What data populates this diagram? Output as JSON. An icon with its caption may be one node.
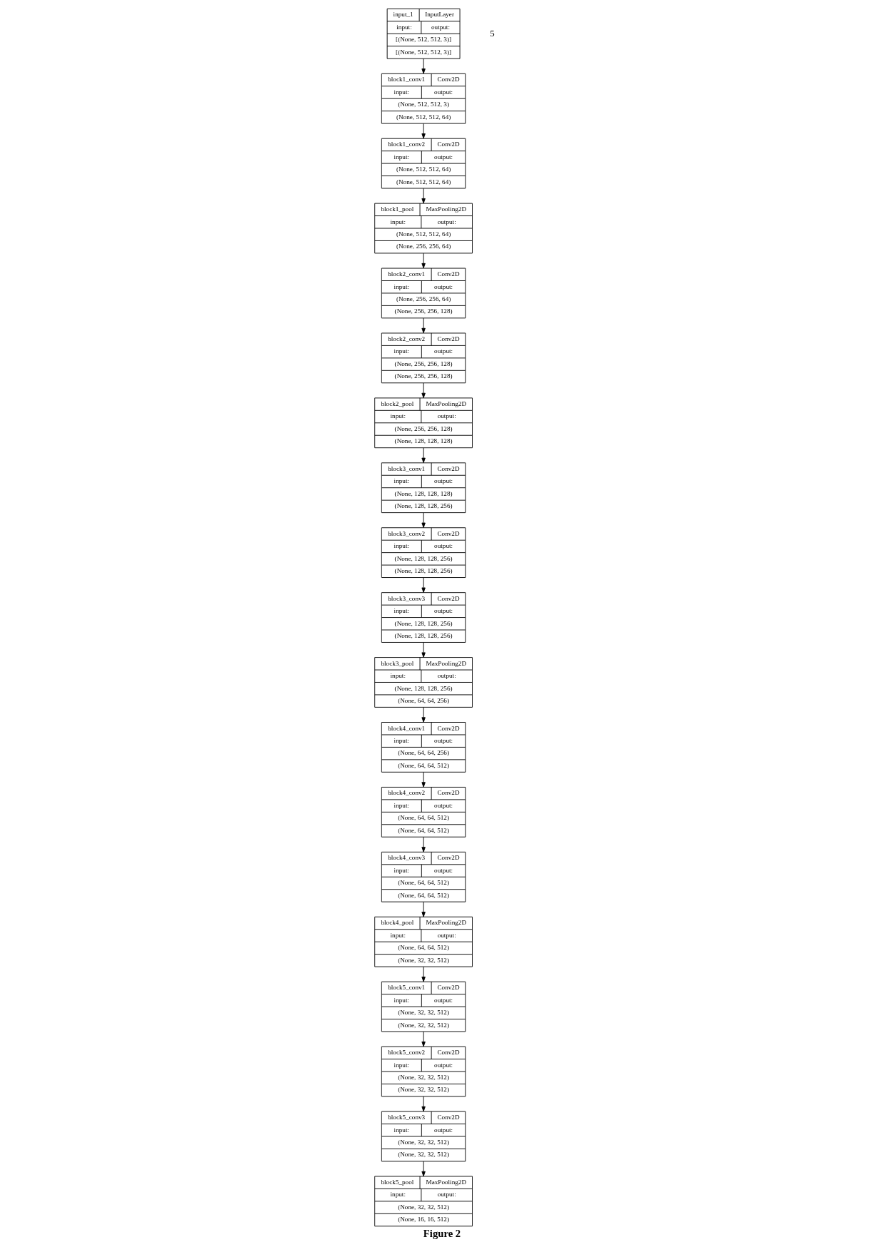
{
  "diagram": {
    "caption": "Figure 2",
    "nodes": [
      {
        "text": [
          "input_1",
          "InputLayer",
          "input:",
          "output:",
          "[(None, 512, 512, 3)]",
          "[(None, 512, 512, 3)]"
        ]
      },
      {
        "text": [
          "block1_conv1",
          "Conv2D",
          "input:",
          "output:",
          "(None, 512, 512, 3)",
          "(None, 512, 512, 64)"
        ]
      },
      {
        "text": [
          "block1_conv2",
          "Conv2D",
          "input:",
          "output:",
          "(None, 512, 512, 64)",
          "(None, 512, 512, 64)"
        ]
      },
      {
        "text": [
          "block1_pool",
          "MaxPooling2D",
          "input:",
          "output:",
          "(None, 512, 512, 64)",
          "(None, 256, 256, 64)"
        ]
      },
      {
        "text": [
          "block2_conv1",
          "Conv2D",
          "input:",
          "output:",
          "(None, 256, 256, 64)",
          "(None, 256, 256, 128)"
        ]
      },
      {
        "text": [
          "block2_conv2",
          "Conv2D",
          "input:",
          "output:",
          "(None, 256, 256, 128)",
          "(None, 256, 256, 128)"
        ]
      },
      {
        "text": [
          "block2_pool",
          "MaxPooling2D",
          "input:",
          "output:",
          "(None, 256, 256, 128)",
          "(None, 128, 128, 128)"
        ]
      },
      {
        "text": [
          "block3_conv1",
          "Conv2D",
          "input:",
          "output:",
          "(None, 128, 128, 128)",
          "(None, 128, 128, 256)"
        ]
      },
      {
        "text": [
          "block3_conv2",
          "Conv2D",
          "input:",
          "output:",
          "(None, 128, 128, 256)",
          "(None, 128, 128, 256)"
        ]
      },
      {
        "text": [
          "block3_conv3",
          "Conv2D",
          "input:",
          "output:",
          "(None, 128, 128, 256)",
          "(None, 128, 128, 256)"
        ]
      },
      {
        "text": [
          "block3_pool",
          "MaxPooling2D",
          "input:",
          "output:",
          "(None, 128, 128, 256)",
          "(None, 64, 64, 256)"
        ]
      },
      {
        "text": [
          "block4_conv1",
          "Conv2D",
          "input:",
          "output:",
          "(None, 64, 64, 256)",
          "(None, 64, 64, 512)"
        ]
      },
      {
        "text": [
          "block4_conv2",
          "Conv2D",
          "input:",
          "output:",
          "(None, 64, 64, 512)",
          "(None, 64, 64, 512)"
        ]
      },
      {
        "text": [
          "block4_conv3",
          "Conv2D",
          "input:",
          "output:",
          "(None, 64, 64, 512)",
          "(None, 64, 64, 512)"
        ]
      },
      {
        "text": [
          "block4_pool",
          "MaxPooling2D",
          "input:",
          "output:",
          "(None, 64, 64, 512)",
          "(None, 32, 32, 512)"
        ]
      },
      {
        "text": [
          "block5_conv1",
          "Conv2D",
          "input:",
          "output:",
          "(None, 32, 32, 512)",
          "(None, 32, 32, 512)"
        ]
      },
      {
        "text": [
          "block5_conv2",
          "Conv2D",
          "input:",
          "output:",
          "(None, 32, 32, 512)",
          "(None, 32, 32, 512)"
        ]
      },
      {
        "text": [
          "block5_conv3",
          "Conv2D",
          "input:",
          "output:",
          "(None, 32, 32, 512)",
          "(None, 32, 32, 512)"
        ]
      },
      {
        "text": [
          "block5_pool",
          "MaxPooling2D",
          "input:",
          "output:",
          "(None, 32, 32, 512)",
          "(None, 16, 16, 512)"
        ]
      }
    ],
    "edges": [
      {
        "from": 0,
        "to": 1,
        "arrow": "to"
      },
      {
        "from": 1,
        "to": 2,
        "arrow": "to"
      },
      {
        "from": 2,
        "to": 3,
        "arrow": "to"
      },
      {
        "from": 3,
        "to": 4,
        "arrow": "to"
      },
      {
        "from": 4,
        "to": 5,
        "arrow": "to"
      },
      {
        "from": 5,
        "to": 6,
        "arrow": "to"
      },
      {
        "from": 6,
        "to": 7,
        "arrow": "to"
      },
      {
        "from": 7,
        "to": 8,
        "arrow": "to"
      },
      {
        "from": 8,
        "to": 9,
        "arrow": "to"
      },
      {
        "from": 9,
        "to": 10,
        "arrow": "to"
      },
      {
        "from": 10,
        "to": 11,
        "arrow": "to"
      },
      {
        "from": 11,
        "to": 12,
        "arrow": "to"
      },
      {
        "from": 12,
        "to": 13,
        "arrow": "to"
      },
      {
        "from": 13,
        "to": 14,
        "arrow": "to"
      },
      {
        "from": 14,
        "to": 15,
        "arrow": "to"
      },
      {
        "from": 15,
        "to": 16,
        "arrow": "to"
      },
      {
        "from": 16,
        "to": 17,
        "arrow": "to"
      },
      {
        "from": 17,
        "to": 18,
        "arrow": "to"
      }
    ],
    "labels": [
      "5"
    ]
  }
}
